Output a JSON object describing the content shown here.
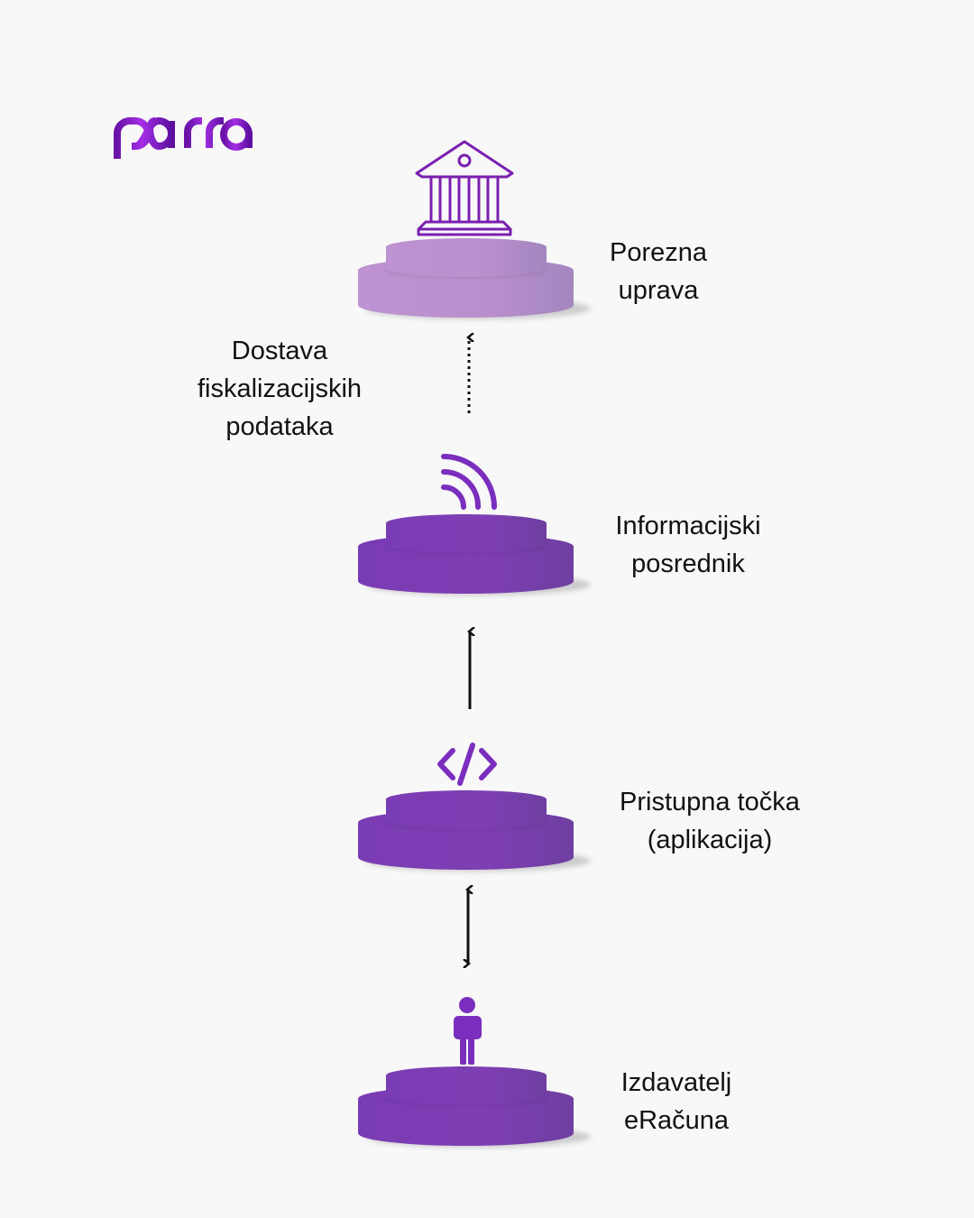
{
  "logo": {
    "text": "parra"
  },
  "colors": {
    "brand": "#7b1fb0",
    "podium_light": "#bb91cf",
    "podium_dark": "#7e3db3",
    "arrow": "#111111"
  },
  "nodes": [
    {
      "label_line1": "Porezna",
      "label_line2": "uprava",
      "icon": "bank-icon"
    },
    {
      "label_line1": "Informacijski",
      "label_line2": "posrednik",
      "icon": "signal-icon"
    },
    {
      "label_line1": "Pristupna točka",
      "label_line2": "(aplikacija)",
      "icon": "code-icon"
    },
    {
      "label_line1": "Izdavatelj",
      "label_line2": "eRačuna",
      "icon": "person-icon"
    }
  ],
  "edges": [
    {
      "from": "Informacijski posrednik",
      "to": "Porezna uprava",
      "style": "dotted",
      "direction": "up",
      "label_lines": [
        "Dostava",
        "fiskalizacijskih",
        "podataka"
      ]
    },
    {
      "from": "Pristupna točka",
      "to": "Informacijski posrednik",
      "style": "solid",
      "direction": "up"
    },
    {
      "from": "Izdavatelj eRačuna",
      "to": "Pristupna točka",
      "style": "solid",
      "direction": "both"
    }
  ]
}
